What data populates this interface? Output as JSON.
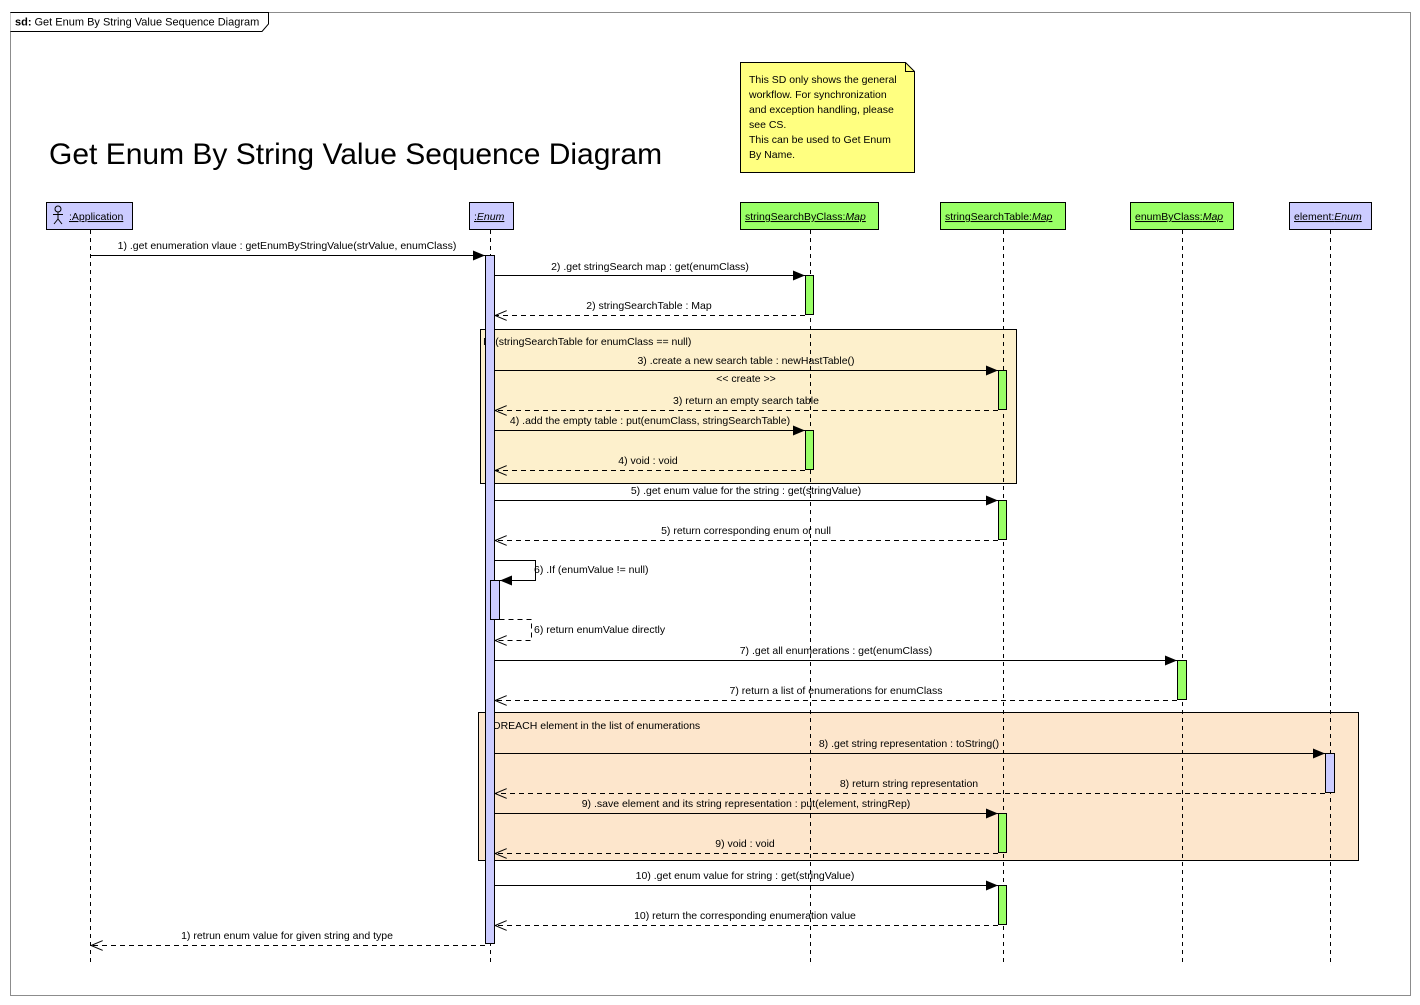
{
  "frame": {
    "kind": "sd:",
    "name": "Get Enum  By String Value Sequence Diagram"
  },
  "title": "Get Enum By String Value Sequence Diagram",
  "note": {
    "lines": [
      "This SD only shows the general",
      "workflow. For synchronization",
      "and exception handling, please",
      "see CS.",
      "This can be used to Get Enum",
      "By Name."
    ]
  },
  "lifelines": [
    {
      "id": "app",
      "name": ":Application",
      "type": "",
      "actor": true,
      "color": "#ccccff"
    },
    {
      "id": "enum",
      "name": ":",
      "type": "Enum",
      "actor": false,
      "color": "#ccccff"
    },
    {
      "id": "ssbc",
      "name": "stringSearchByClass:",
      "type": "Map",
      "actor": false,
      "color": "#99ff66"
    },
    {
      "id": "sst",
      "name": "stringSearchTable:",
      "type": "Map",
      "actor": false,
      "color": "#99ff66"
    },
    {
      "id": "ebc",
      "name": "enumByClass:",
      "type": "Map",
      "actor": false,
      "color": "#99ff66"
    },
    {
      "id": "elem",
      "name": "element:",
      "type": "Enum",
      "actor": false,
      "color": "#ccccff"
    }
  ],
  "fragments": [
    {
      "label": "IF (stringSearchTable for enumClass == null)",
      "color": "#fdf0cc"
    },
    {
      "label": "FOREACH element in the list of enumerations",
      "color": "#fde6cc"
    }
  ],
  "messages": [
    {
      "label": "1) .get enumeration vlaue : getEnumByStringValue(strValue, enumClass)"
    },
    {
      "label": "2) .get stringSearch map : get(enumClass)"
    },
    {
      "label": "2) stringSearchTable : Map"
    },
    {
      "label": "3) .create a new search table : newHastTable()",
      "sub": "<< create >>"
    },
    {
      "label": "3) return an empty search table"
    },
    {
      "label": "4) .add the empty table : put(enumClass, stringSearchTable)"
    },
    {
      "label": "4) void : void"
    },
    {
      "label": "5) .get enum value for the string : get(stringValue)"
    },
    {
      "label": "5) return corresponding enum or null"
    },
    {
      "label": "6) .If (enumValue != null)"
    },
    {
      "label": "6) return enumValue directly"
    },
    {
      "label": "7) .get all enumerations : get(enumClass)"
    },
    {
      "label": "7) return a list of enumerations for enumClass"
    },
    {
      "label": "8) .get string representation : toString()"
    },
    {
      "label": "8) return string representation"
    },
    {
      "label": "9) .save element and its string representation : put(element, stringRep)"
    },
    {
      "label": "9) void : void"
    },
    {
      "label": "10) .get enum value for string : get(stringValue)"
    },
    {
      "label": "10) return the corresponding enumeration value"
    },
    {
      "label": "1) retrun enum value for given string and type"
    }
  ],
  "colors": {
    "activation_blue": "#ccccff",
    "activation_green": "#99ff66",
    "note": "#ffff80",
    "line": "#000000"
  }
}
